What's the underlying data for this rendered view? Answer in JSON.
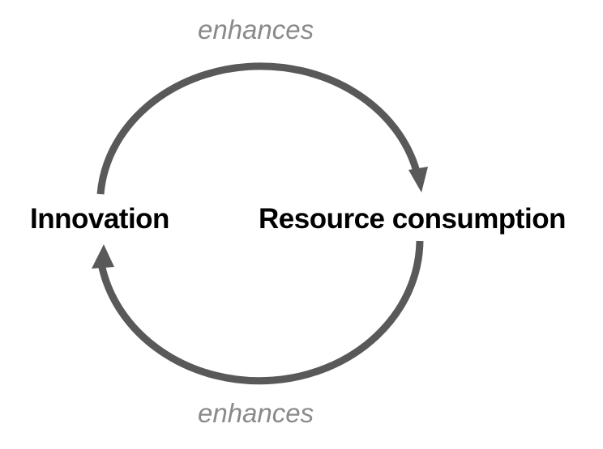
{
  "nodes": {
    "innovation": "Innovation",
    "resource_consumption": "Resource consumption"
  },
  "edges": {
    "top": "enhances",
    "bottom": "enhances"
  },
  "colors": {
    "arrow": "#595959",
    "edge_label": "#8a8a8a",
    "node_label": "#000000"
  }
}
